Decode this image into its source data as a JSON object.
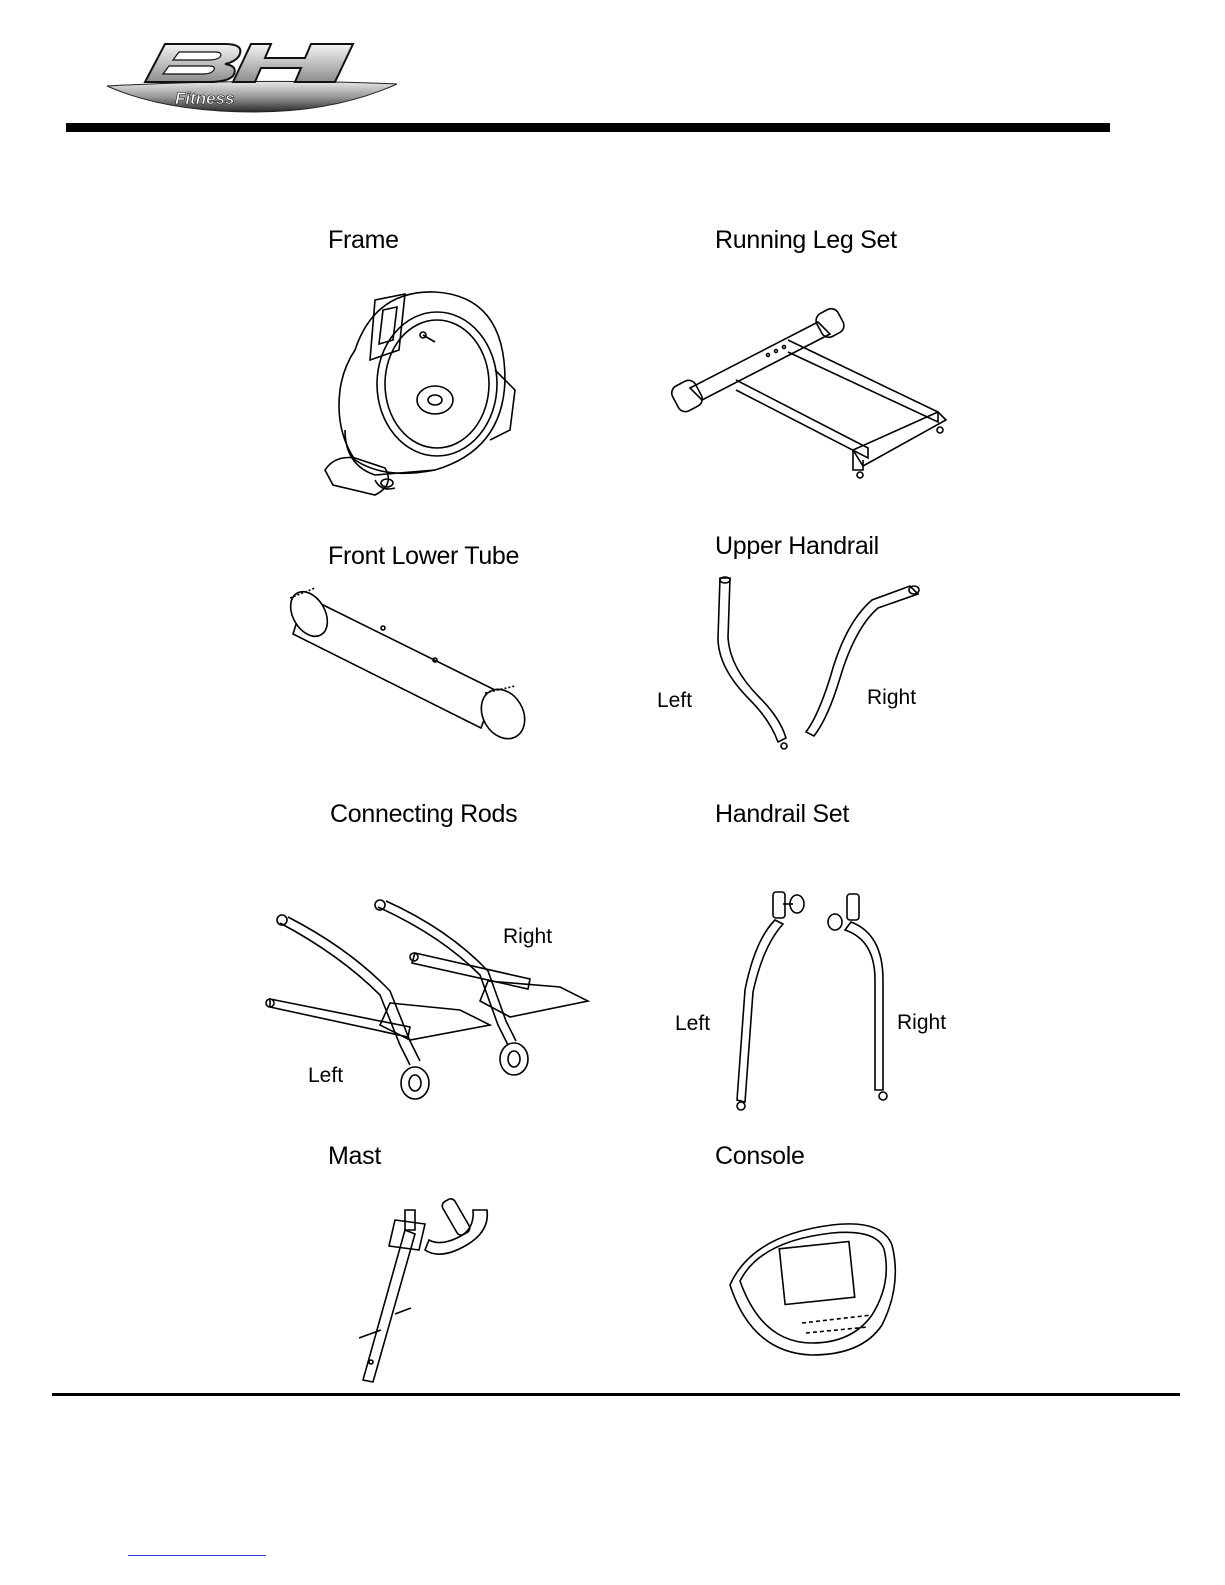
{
  "brand": {
    "logo_text": "BH",
    "logo_sub": "Fitness"
  },
  "parts": {
    "frame": {
      "label": "Frame"
    },
    "running_leg_set": {
      "label": "Running Leg Set"
    },
    "front_lower_tube": {
      "label": "Front Lower  Tube"
    },
    "upper_handrail": {
      "label": "Upper Handrail",
      "left": "Left",
      "right": "Right"
    },
    "connecting_rods": {
      "label": "Connecting Rods",
      "left": "Left",
      "right": "Right"
    },
    "handrail_set": {
      "label": "Handrail Set",
      "left": "Left",
      "right": "Right"
    },
    "mast": {
      "label": "Mast"
    },
    "console": {
      "label": "Console"
    }
  }
}
